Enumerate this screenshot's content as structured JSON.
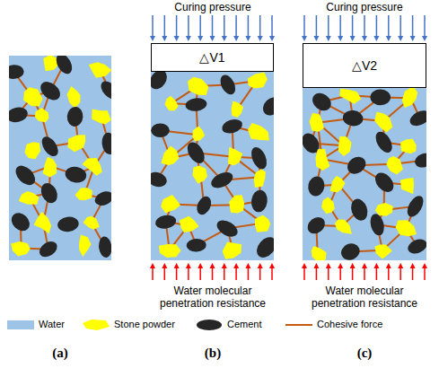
{
  "diagram": {
    "nodes": [
      {
        "text": [
          "△V1"
        ]
      },
      {
        "text": [
          "△V2"
        ]
      }
    ],
    "labels": [
      "Curing pressure",
      "Curing pressure",
      "Water molecular penetration resistance",
      "Water molecular penetration resistance",
      "(a)",
      "(b)",
      "(c)"
    ],
    "legend": [
      {
        "text": "Water",
        "color": "#9dc3e6"
      },
      {
        "text": "Stone powder",
        "color": "#ffff00"
      },
      {
        "text": "Cement",
        "color": "#262626"
      },
      {
        "text": "Cohesive force"
      }
    ]
  }
}
